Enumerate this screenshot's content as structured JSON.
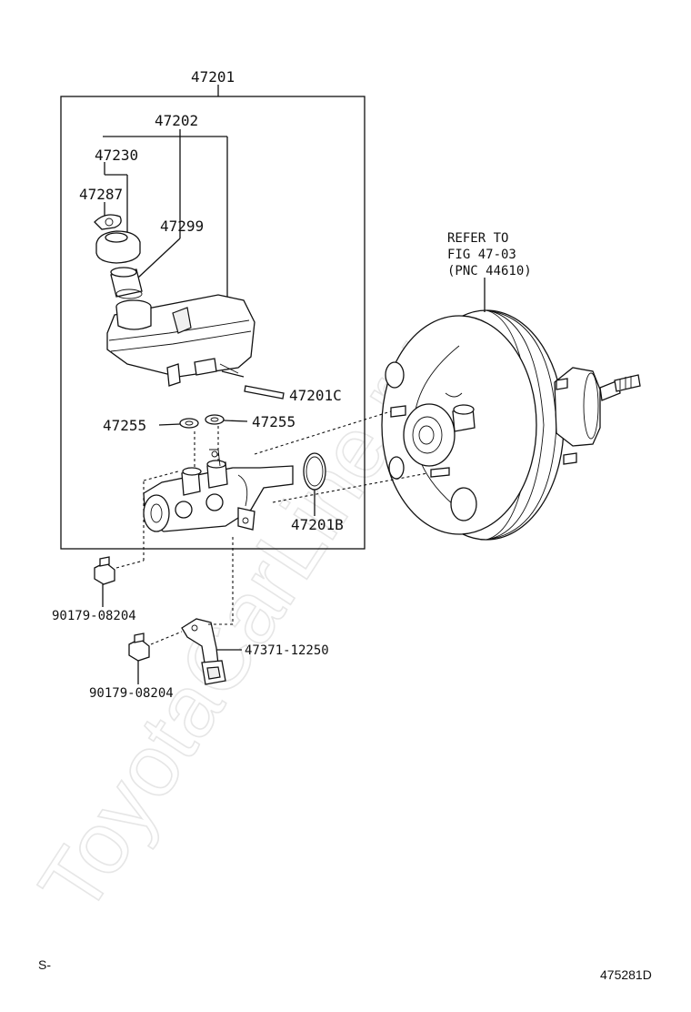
{
  "watermark": "ToyotaCarLine.ru",
  "labels": {
    "l47201": "47201",
    "l47202": "47202",
    "l47230": "47230",
    "l47287": "47287",
    "l47299": "47299",
    "l47201C": "47201C",
    "l47255a": "47255",
    "l47255b": "47255",
    "l47201B": "47201B",
    "l90179a": "90179-08204",
    "l90179b": "90179-08204",
    "l47371": "47371-12250",
    "refer1": "REFER TO",
    "refer2": "FIG 47-03",
    "refer3": "(PNC 44610)"
  },
  "footer": {
    "left_code": "S-",
    "drawing_id": "475281D"
  }
}
